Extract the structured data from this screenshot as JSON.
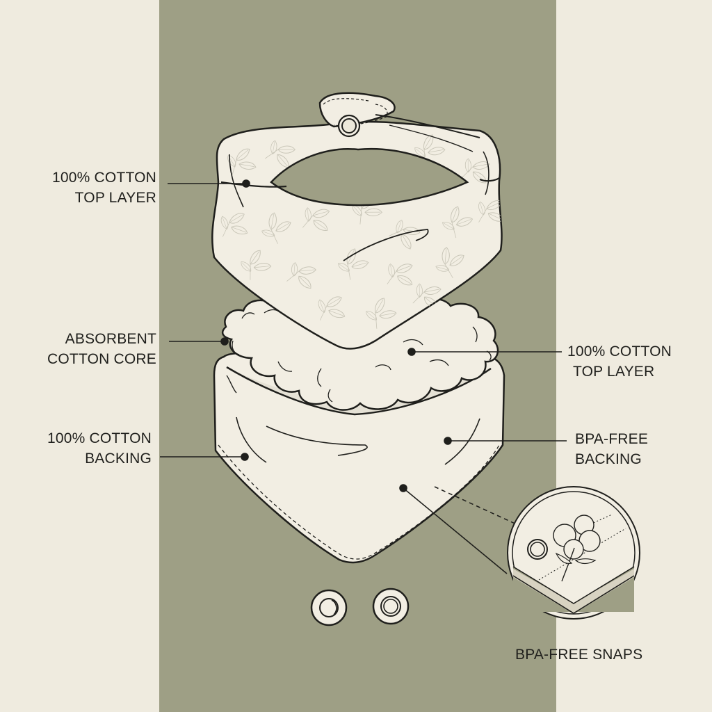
{
  "colors": {
    "background": "#efebdf",
    "band": "#9e9f85",
    "fabric": "#f2eee3",
    "ink": "#1f1f1c",
    "leaf_pattern": "#c9c6b8",
    "core_shadow": "#dcd9cc"
  },
  "illustration": {
    "title": "Exploded view of cotton bandana bib layers",
    "layers": [
      {
        "id": "top-layer",
        "name": "Patterned cotton top layer with leaf print and snap closure"
      },
      {
        "id": "core",
        "name": "Fluffy absorbent cotton core"
      },
      {
        "id": "backing",
        "name": "Plain backing layer with stitched edge"
      }
    ],
    "loose_snaps": 2,
    "detail_inset": {
      "name": "Circular detail inset showing cotton boll, snap and layered edge"
    }
  },
  "labels": {
    "top_left": {
      "line1": "100% COTTON",
      "line2": "TOP LAYER"
    },
    "core_left": {
      "line1": "ABSORBENT",
      "line2": "COTTON CORE"
    },
    "backing_left": {
      "line1": "100% COTTON",
      "line2": "BACKING"
    },
    "core_right": {
      "line1": "100% COTTON",
      "line2": "TOP LAYER"
    },
    "backing_right": {
      "line1": "BPA-FREE",
      "line2": "BACKING"
    },
    "snaps": {
      "line1": "BPA-FREE SNAPS"
    }
  }
}
